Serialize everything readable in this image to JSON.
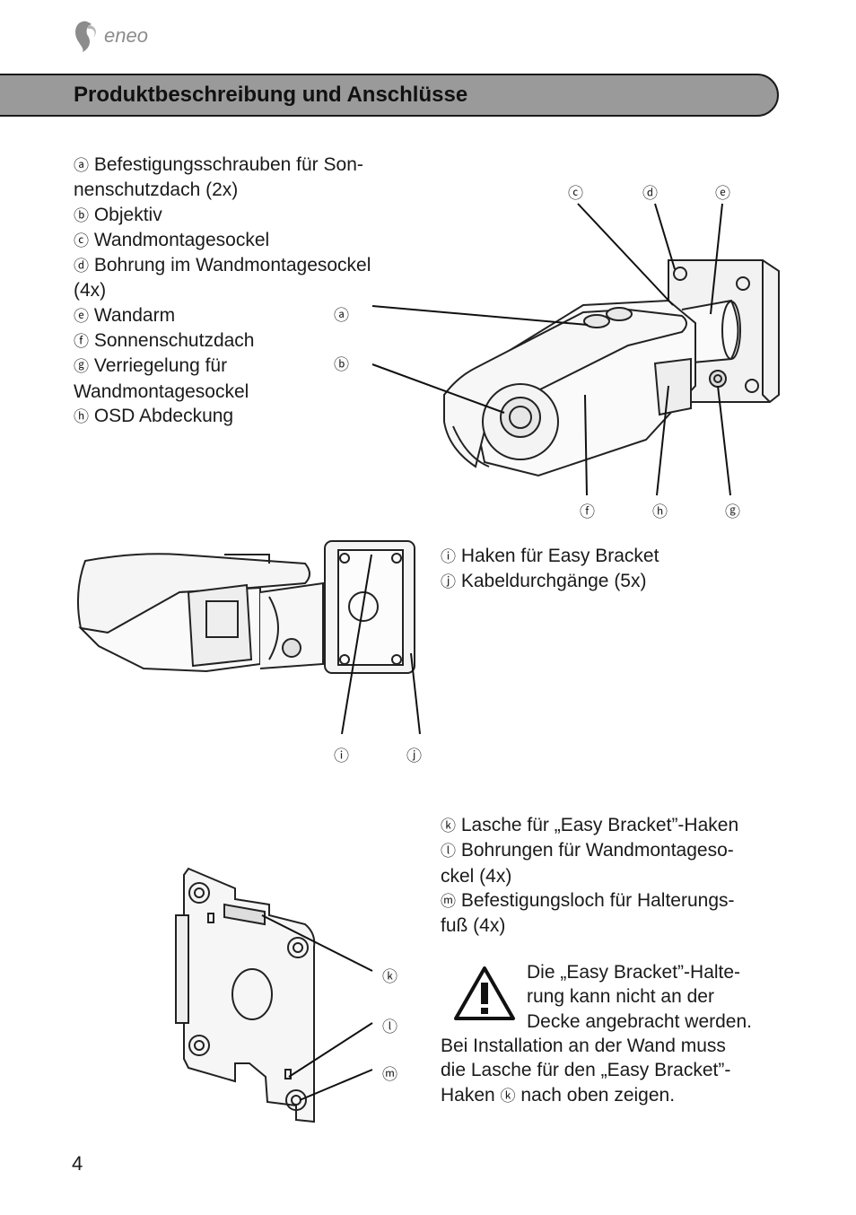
{
  "brand": {
    "logo_text": "eneo"
  },
  "header": {
    "title": "Produktbeschreibung und Anschlüsse"
  },
  "section1": {
    "items": [
      {
        "marker": "ⓐ",
        "text": "Befestigungsschrauben für Son-"
      },
      {
        "marker": "",
        "text": "nenschutzdach (2x)"
      },
      {
        "marker": "ⓑ",
        "text": "Objektiv"
      },
      {
        "marker": "ⓒ",
        "text": "Wandmontagesockel"
      },
      {
        "marker": "ⓓ",
        "text": "Bohrung im Wandmontagesockel"
      },
      {
        "marker": "",
        "text": "(4x)"
      },
      {
        "marker": "ⓔ",
        "text": "Wandarm"
      },
      {
        "marker": "ⓕ",
        "text": "Sonnenschutzdach"
      },
      {
        "marker": "ⓖ",
        "text": "Verriegelung für"
      },
      {
        "marker": "",
        "text": "Wandmontagesockel"
      },
      {
        "marker": "ⓗ",
        "text": "OSD Abdeckung"
      }
    ],
    "callouts": {
      "a": "ⓐ",
      "b": "ⓑ",
      "c": "ⓒ",
      "d": "ⓓ",
      "e": "ⓔ",
      "f": "ⓕ",
      "g": "ⓖ",
      "h": "ⓗ"
    }
  },
  "section2": {
    "items": [
      {
        "marker": "ⓘ",
        "text": "Haken für Easy Bracket"
      },
      {
        "marker": "ⓙ",
        "text": "Kabeldurchgänge (5x)"
      }
    ],
    "callouts": {
      "i": "ⓘ",
      "j": "ⓙ"
    }
  },
  "section3": {
    "items": [
      {
        "marker": "ⓚ",
        "text": "Lasche für „Easy Bracket”-Haken"
      },
      {
        "marker": "ⓛ",
        "text": "Bohrungen für Wandmontageso-"
      },
      {
        "marker": "",
        "text": "ckel (4x)"
      },
      {
        "marker": "ⓜ",
        "text": "Befestigungsloch für Halterungs-"
      },
      {
        "marker": "",
        "text": "fuß (4x)"
      }
    ],
    "callouts": {
      "k": "ⓚ",
      "l": "ⓛ",
      "m": "ⓜ"
    }
  },
  "warning": {
    "icon": "warning-triangle-icon",
    "lines_beside_icon": [
      "Die „Easy Bracket”-Halte-",
      "rung kann nicht an der",
      "Decke angebracht werden."
    ],
    "lines_full": [
      "Bei Installation an der Wand muss",
      "die Lasche für den „Easy Bracket”-"
    ],
    "last_line_prefix": "Haken",
    "last_line_marker": "ⓚ",
    "last_line_suffix": "nach oben zeigen."
  },
  "footer": {
    "page_number": "4"
  }
}
